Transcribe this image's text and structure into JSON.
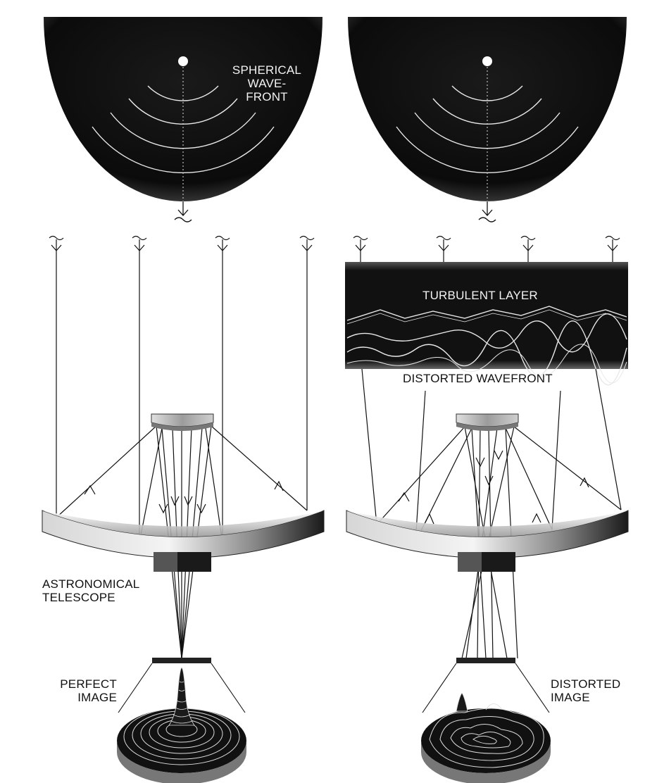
{
  "labels": {
    "spherical_wavefront": [
      "SPHERICAL",
      "WAVE-",
      "FRONT"
    ],
    "turbulent_layer": "TURBULENT LAYER",
    "distorted_wavefront": "DISTORTED WAVEFRONT",
    "astronomical_telescope": [
      "ASTRONOMICAL",
      "TELESCOPE"
    ],
    "perfect_image": [
      "PERFECT",
      "IMAGE"
    ],
    "distorted_image": [
      "DISTORTED",
      "IMAGE"
    ]
  },
  "colors": {
    "background": "#ffffff",
    "dark_fill": "#0d0d0d",
    "line": "#111111",
    "wave_line": "#e8e8e8"
  }
}
